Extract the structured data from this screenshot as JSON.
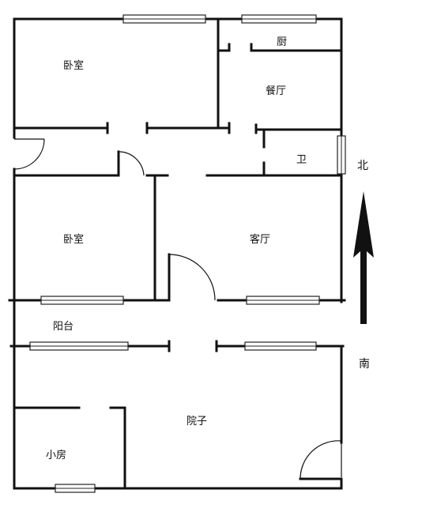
{
  "rooms": {
    "bedroom_top": "卧室",
    "kitchen": "厨",
    "dining": "餐厅",
    "bathroom": "卫",
    "bedroom_mid": "卧室",
    "living": "客厅",
    "balcony": "阳台",
    "yard": "院子",
    "small_room": "小房"
  },
  "compass": {
    "north": "北",
    "south": "南"
  },
  "colors": {
    "wall": "#111111",
    "background": "#ffffff"
  }
}
